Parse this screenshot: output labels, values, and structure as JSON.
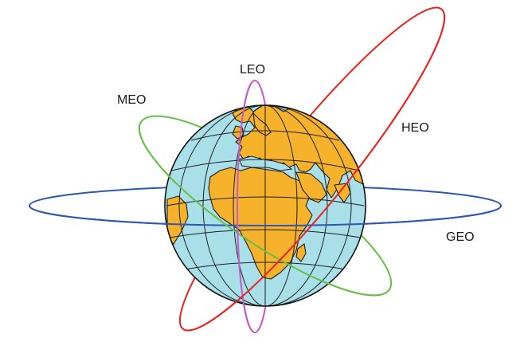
{
  "diagram": {
    "labels": {
      "leo": "LEO",
      "meo": "MEO",
      "heo": "HEO",
      "geo": "GEO"
    }
  },
  "colors": {
    "ocean": "#a9dfe9",
    "land": "#f6b22a",
    "grid": "#1f1f1f",
    "leo_orbit": "#c65ac6",
    "meo_orbit": "#66bf45",
    "heo_orbit": "#e8231e",
    "geo_orbit": "#2e56b5"
  }
}
